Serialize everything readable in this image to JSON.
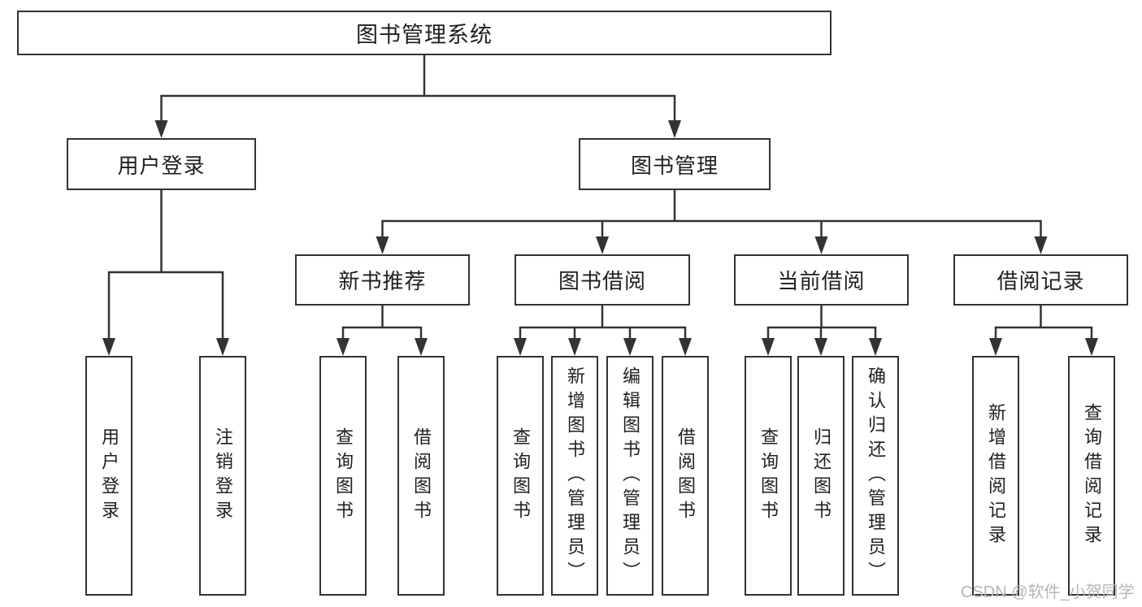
{
  "tree": {
    "root": {
      "label": "图书管理系统",
      "children": [
        {
          "label": "用户登录",
          "children": [
            {
              "label": "用户登录"
            },
            {
              "label": "注销登录"
            }
          ]
        },
        {
          "label": "图书管理",
          "children": [
            {
              "label": "新书推荐",
              "children": [
                {
                  "label": "查询图书"
                },
                {
                  "label": "借阅图书"
                }
              ]
            },
            {
              "label": "图书借阅",
              "children": [
                {
                  "label": "查询图书"
                },
                {
                  "label": "新增图书（管理员）"
                },
                {
                  "label": "编辑图书（管理员）"
                },
                {
                  "label": "借阅图书"
                }
              ]
            },
            {
              "label": "当前借阅",
              "children": [
                {
                  "label": "查询图书"
                },
                {
                  "label": "归还图书"
                },
                {
                  "label": "确认归还（管理员）"
                }
              ]
            },
            {
              "label": "借阅记录",
              "children": [
                {
                  "label": "新增借阅记录"
                },
                {
                  "label": "查询借阅记录"
                }
              ]
            }
          ]
        }
      ]
    }
  },
  "watermark": "CSDN @软件_小贺同学",
  "colors": {
    "line": "#333333",
    "text": "#1f1f1f",
    "watermark": "#b5b5b5",
    "background": "#ffffff"
  }
}
